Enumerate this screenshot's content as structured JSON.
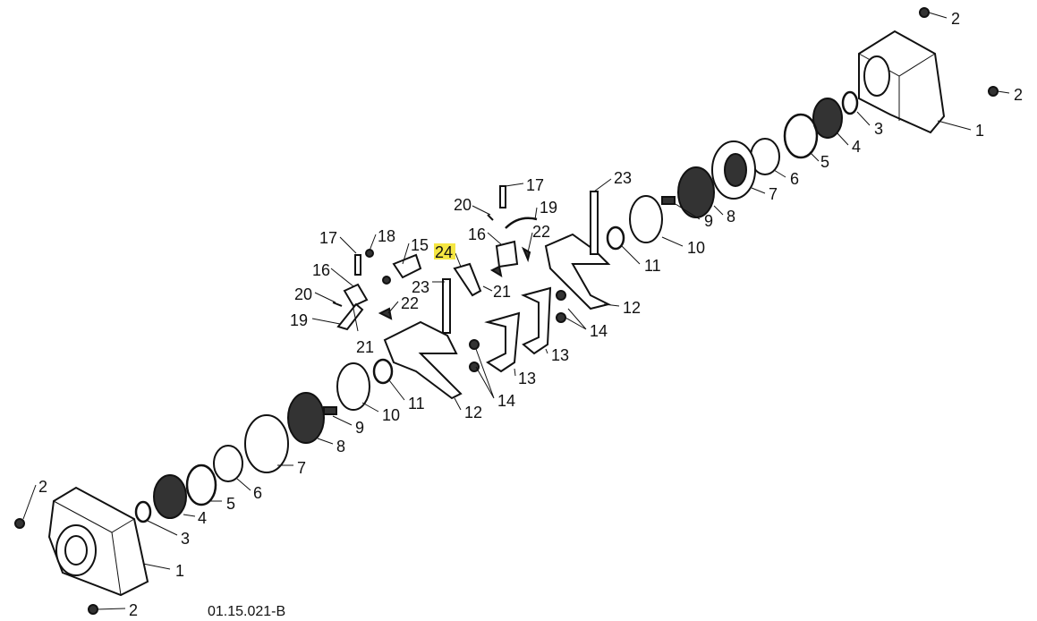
{
  "drawing_number": "01.15.021-B",
  "highlight_color": "#f5e642",
  "highlighted_part": "24",
  "callouts": [
    "2",
    "2",
    "1",
    "3",
    "4",
    "5",
    "6",
    "7",
    "8",
    "9",
    "10",
    "11",
    "23",
    "12",
    "14",
    "13",
    "13",
    "14",
    "12",
    "11",
    "10",
    "9",
    "8",
    "7",
    "6",
    "5",
    "4",
    "3",
    "1",
    "2",
    "2",
    "17",
    "20",
    "19",
    "16",
    "22",
    "15",
    "24",
    "21",
    "23",
    "22",
    "17",
    "18",
    "16",
    "20",
    "19",
    "21"
  ]
}
